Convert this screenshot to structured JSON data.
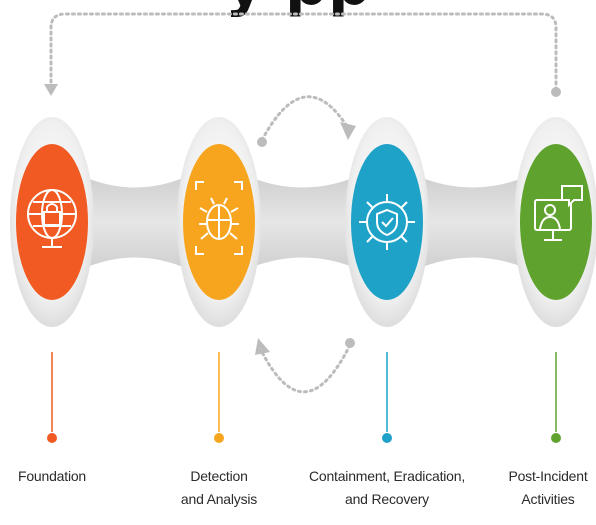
{
  "header": {
    "title": "y                                         pp"
  },
  "stages": [
    {
      "key": "foundation",
      "label_lines": [
        "Foundation"
      ],
      "color": "#F15A22",
      "icon": "globe-lock-icon"
    },
    {
      "key": "detection",
      "label_lines": [
        "Detection",
        "and Analysis"
      ],
      "color": "#F7A51F",
      "icon": "bug-scan-icon"
    },
    {
      "key": "containment",
      "label_lines": [
        "Containment, Eradication,",
        "and Recovery"
      ],
      "color": "#1FA2C8",
      "icon": "gear-shield-icon"
    },
    {
      "key": "post_incident",
      "label_lines": [
        "Post-Incident",
        "Activities"
      ],
      "color": "#5FA32E",
      "icon": "monitor-person-icon"
    }
  ],
  "colors": {
    "connector": "#d9d9d9",
    "pod": "#ececec",
    "arrow": "#bcbcbc",
    "label_text": "#2b2b2b"
  }
}
